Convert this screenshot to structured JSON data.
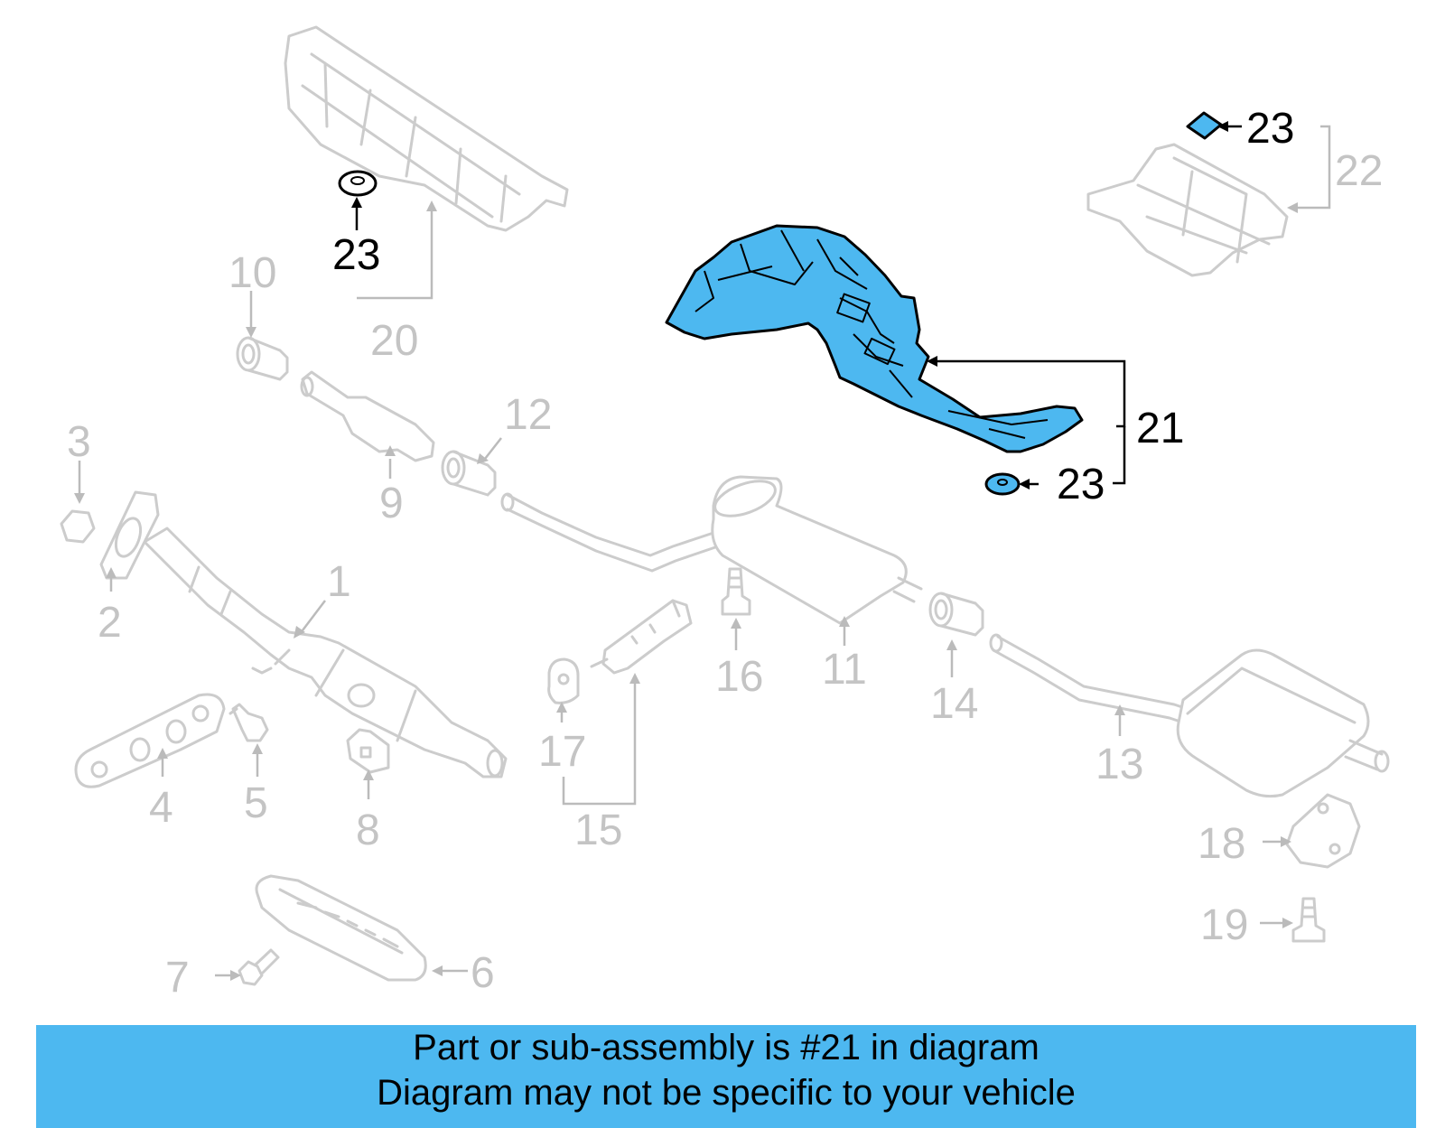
{
  "callouts": {
    "n1": "1",
    "n2": "2",
    "n3": "3",
    "n4": "4",
    "n5": "5",
    "n6": "6",
    "n7": "7",
    "n8": "8",
    "n9": "9",
    "n10": "10",
    "n11": "11",
    "n12": "12",
    "n13": "13",
    "n14": "14",
    "n15": "15",
    "n16": "16",
    "n17": "17",
    "n18": "18",
    "n19": "19",
    "n20": "20",
    "n21": "21",
    "n22": "22",
    "n23": "23"
  },
  "highlighted_part": "21",
  "colors": {
    "highlight": "#4db8f0",
    "ghost": "#cccccc",
    "ink": "#000000"
  },
  "banner": {
    "line1": "Part or sub-assembly is #21 in diagram",
    "line2": "Diagram may not be specific to your vehicle"
  }
}
